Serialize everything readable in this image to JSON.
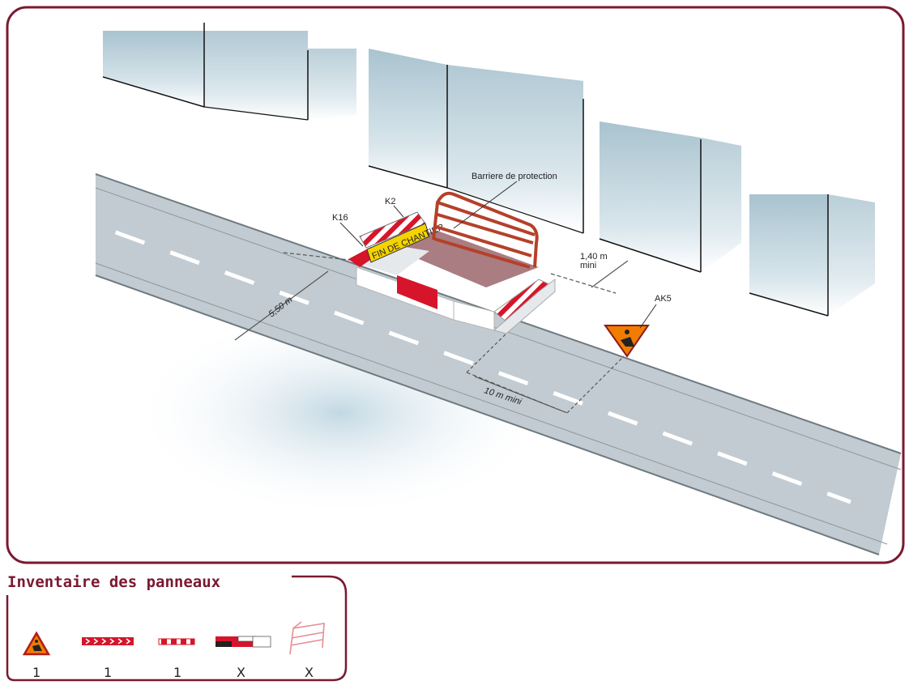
{
  "diagram": {
    "labels": {
      "barrier": "Barriere de protection",
      "k16": "K16",
      "k2": "K2",
      "ak5": "AK5",
      "fin_chantier": "FIN DE CHANTIER",
      "width_road": "5,50 m",
      "sidewalk_min_value": "1,40 m",
      "sidewalk_min_unit": "mini",
      "length_min": "10 m mini"
    },
    "colors": {
      "frame": "#7a1930",
      "road": "#c2cbd1",
      "barrier_red": "#d6152a",
      "sign_orange": "#f07d00",
      "sign_yellow": "#f5d300"
    }
  },
  "inventory": {
    "title": "Inventaire des panneaux",
    "items": [
      {
        "icon": "roadworks-sign-icon",
        "count": "1"
      },
      {
        "icon": "chevron-barrier-icon",
        "count": "1"
      },
      {
        "icon": "striped-barrier-icon",
        "count": "1"
      },
      {
        "icon": "block-barrier-icon",
        "count": "X"
      },
      {
        "icon": "mobile-fence-icon",
        "count": "X"
      }
    ]
  }
}
